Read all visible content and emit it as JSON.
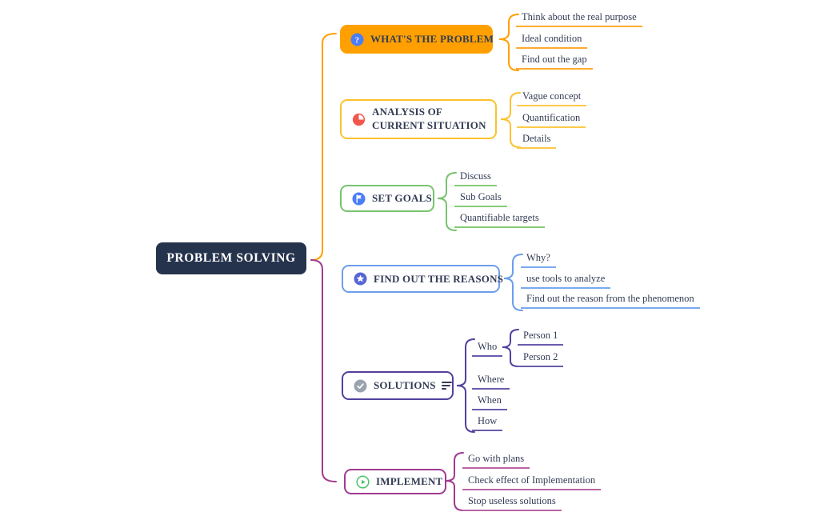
{
  "app": {
    "type": "mind-map",
    "background": "#FFFFFF"
  },
  "root": {
    "label": "PROBLEM SOLVING",
    "fill": "#26334D",
    "text_color": "#FFFFFF"
  },
  "colors": {
    "text": "#333C54",
    "root_brace_top": "#FFA000",
    "root_brace_bottom": "#A13A90"
  },
  "branches": [
    {
      "label": "WHAT'S THE PROBLEM",
      "icon": "question-icon",
      "color": "#FFA000",
      "underline_color": "#FFAB2E",
      "children": [
        {
          "label": "Think about the real purpose"
        },
        {
          "label": "Ideal condition"
        },
        {
          "label": "Find out the gap"
        }
      ]
    },
    {
      "label": "ANALYSIS OF CURRENT SITUATION",
      "icon": "pie-chart-icon",
      "color": "#FCC22D",
      "underline_color": "#FCC949",
      "children": [
        {
          "label": "Vague concept"
        },
        {
          "label": "Quantification"
        },
        {
          "label": "Details"
        }
      ]
    },
    {
      "label": "SET GOALS",
      "icon": "flag-icon",
      "color": "#77C36E",
      "underline_color": "#85CB77",
      "children": [
        {
          "label": "Discuss"
        },
        {
          "label": "Sub Goals"
        },
        {
          "label": "Quantifiable targets"
        }
      ]
    },
    {
      "label": "FIND OUT THE REASONS",
      "icon": "star-icon",
      "color": "#6D9EEB",
      "underline_color": "#7AA9F0",
      "children": [
        {
          "label": "Why?"
        },
        {
          "label": "use tools to analyze"
        },
        {
          "label": "Find out the reason from the phenomenon"
        }
      ]
    },
    {
      "label": "SOLUTIONS",
      "icon": "check-icon",
      "extra_icon": "notes-icon",
      "color": "#52409E",
      "underline_color": "#6C5BAD",
      "children": [
        {
          "label": "Who",
          "children": [
            {
              "label": "Person 1"
            },
            {
              "label": "Person 2"
            }
          ]
        },
        {
          "label": "Where"
        },
        {
          "label": "When"
        },
        {
          "label": "How"
        }
      ]
    },
    {
      "label": "IMPLEMENT",
      "icon": "play-icon",
      "color": "#A13A90",
      "underline_color": "#BA66A4",
      "children": [
        {
          "label": "Go with plans"
        },
        {
          "label": "Check effect of Implementation"
        },
        {
          "label": "Stop useless solutions"
        }
      ]
    }
  ],
  "icon_colors": {
    "question-icon": "#4A7DF7",
    "pie-chart-icon": "#F2574D",
    "flag-icon": "#4A7DF7",
    "star-icon": "#5667D5",
    "check-icon": "#9AA3AF",
    "play-icon": "#4CC36B",
    "notes-icon": "#333C54"
  }
}
